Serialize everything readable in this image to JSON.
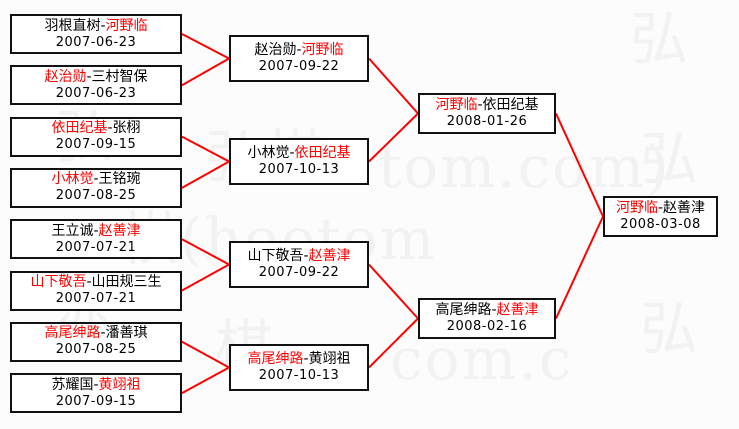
{
  "meta": {
    "bracket_title": "",
    "winner_color": "#ff0000",
    "line_color": "#ff0000",
    "box_border_color": "#111111",
    "background_color": "#fcfcfc",
    "watermark_color": "#f2f2f2"
  },
  "watermarks": [
    {
      "text": "弘"
    },
    {
      "text": "弘棋"
    },
    {
      "text": "tom.com)"
    },
    {
      "text": "弘"
    },
    {
      "text": "弘"
    },
    {
      "text": "弈"
    },
    {
      "text": "棋"
    },
    {
      "text": "com.c"
    },
    {
      "text": "弘"
    },
    {
      "text": "棋(hoetom"
    }
  ],
  "rounds": [
    {
      "name": "round-1",
      "matches": [
        {
          "left": "羽根直树",
          "right": "河野临",
          "winner": "right",
          "date": "2007-06-23"
        },
        {
          "left": "赵治勋",
          "right": "三村智保",
          "winner": "left",
          "date": "2007-06-23"
        },
        {
          "left": "依田纪基",
          "right": "张栩",
          "winner": "left",
          "date": "2007-09-15"
        },
        {
          "left": "小林觉",
          "right": "王铭琬",
          "winner": "left",
          "date": "2007-08-25"
        },
        {
          "left": "王立诚",
          "right": "赵善津",
          "winner": "right",
          "date": "2007-07-21"
        },
        {
          "left": "山下敬吾",
          "right": "山田规三生",
          "winner": "left",
          "date": "2007-07-21"
        },
        {
          "left": "高尾绅路",
          "right": "潘善琪",
          "winner": "left",
          "date": "2007-08-25"
        },
        {
          "left": "苏耀国",
          "right": "黄翊祖",
          "winner": "right",
          "date": "2007-09-15"
        }
      ]
    },
    {
      "name": "round-2",
      "matches": [
        {
          "left": "赵治勋",
          "right": "河野临",
          "winner": "right",
          "date": "2007-09-22"
        },
        {
          "left": "小林觉",
          "right": "依田纪基",
          "winner": "right",
          "date": "2007-10-13"
        },
        {
          "left": "山下敬吾",
          "right": "赵善津",
          "winner": "right",
          "date": "2007-09-22"
        },
        {
          "left": "高尾绅路",
          "right": "黄翊祖",
          "winner": "left",
          "date": "2007-10-13"
        }
      ]
    },
    {
      "name": "semifinal",
      "matches": [
        {
          "left": "河野临",
          "right": "依田纪基",
          "winner": "left",
          "date": "2008-01-26"
        },
        {
          "left": "高尾绅路",
          "right": "赵善津",
          "winner": "right",
          "date": "2008-02-16"
        }
      ]
    },
    {
      "name": "final",
      "matches": [
        {
          "left": "河野临",
          "right": "赵善津",
          "winner": "left",
          "date": "2008-03-08"
        }
      ]
    }
  ]
}
